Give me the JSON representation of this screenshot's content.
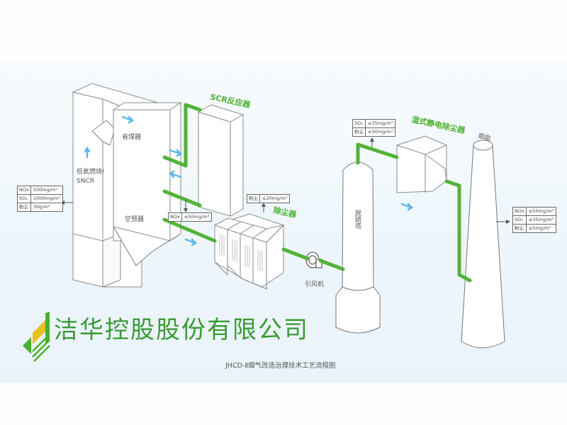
{
  "colors": {
    "pipe": "#52b338",
    "arrow": "#5ab8e8",
    "label_green": "#49b02d",
    "company": "#3a9a35",
    "outline": "#8a8a8a"
  },
  "equipment": {
    "boiler_label": "低氮燃烧/",
    "boiler_label2": "SNCR",
    "economizer": "省煤器",
    "air_preheater": "空预器",
    "scr": "SCR反应器",
    "dust_collector": "除尘器",
    "fan": "引风机",
    "desulfurization_tower": "脱硫塔",
    "wet_esp": "湿式静电除尘器",
    "chimney": "烟囱"
  },
  "tables": {
    "inlet": [
      {
        "name": "NOx",
        "value": "500mg/m³"
      },
      {
        "name": "SO₂",
        "value": "1000mg/m³"
      },
      {
        "name": "粉尘",
        "value": "30g/m³"
      }
    ],
    "after_scr": [
      {
        "name": "NOx",
        "value": "≤50mg/m³"
      }
    ],
    "after_dust": [
      {
        "name": "粉尘",
        "value": "≤20mg/m³"
      }
    ],
    "after_desulf": [
      {
        "name": "SO₂",
        "value": "≤35mg/m³"
      },
      {
        "name": "粉尘",
        "value": "≤30mg/m³"
      }
    ],
    "outlet": [
      {
        "name": "NOx",
        "value": "≤50mg/m³"
      },
      {
        "name": "SO₂",
        "value": "≤35mg/m³"
      },
      {
        "name": "粉尘",
        "value": "≤5mg/m³"
      }
    ]
  },
  "company_name": "洁华控股股份有限公司",
  "caption": "JHCD-Ⅱ烟气改造治理技术工艺流程图"
}
